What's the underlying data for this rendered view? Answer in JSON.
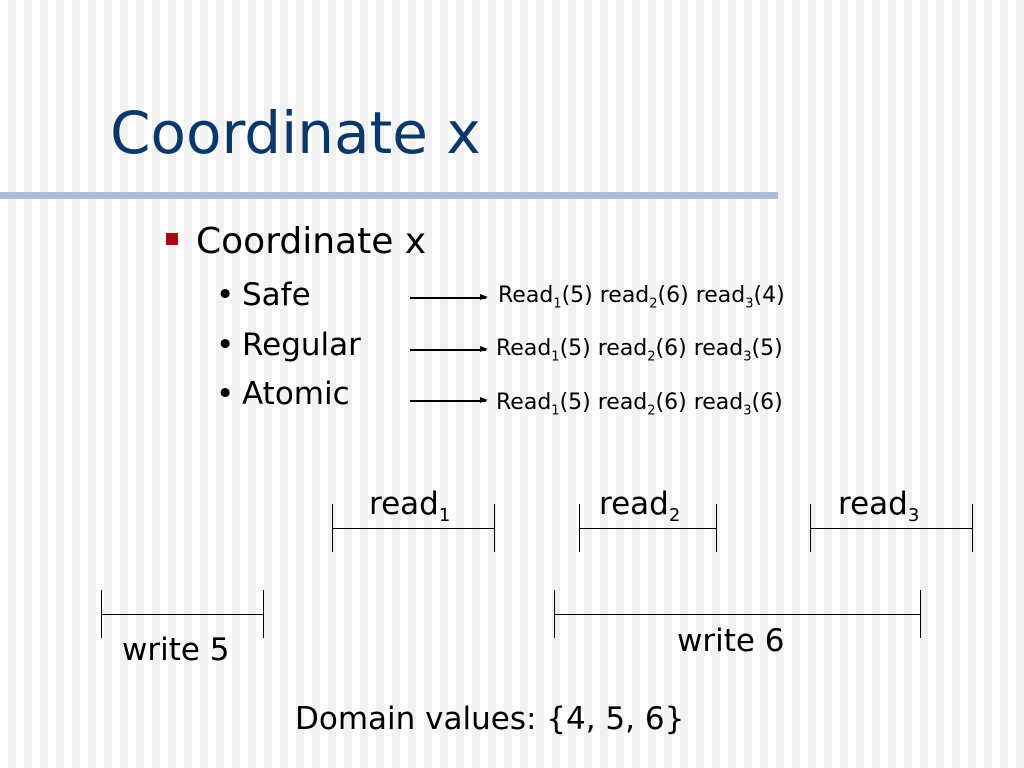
{
  "slide": {
    "title": "Coordinate x",
    "bullet": "Coordinate x",
    "items": [
      {
        "label": "Safe",
        "result": [
          {
            "t": "Read"
          },
          {
            "s": "1"
          },
          {
            "t": "(5) read"
          },
          {
            "s": "2"
          },
          {
            "t": "(6) read"
          },
          {
            "s": "3"
          },
          {
            "t": "(4)"
          }
        ]
      },
      {
        "label": "Regular",
        "result": [
          {
            "t": "Read"
          },
          {
            "s": "1"
          },
          {
            "t": "(5) read"
          },
          {
            "s": "2"
          },
          {
            "t": "(6) read"
          },
          {
            "s": "3"
          },
          {
            "t": "(5)"
          }
        ]
      },
      {
        "label": "Atomic",
        "result": [
          {
            "t": "Read"
          },
          {
            "s": "1"
          },
          {
            "t": "(5) read"
          },
          {
            "s": "2"
          },
          {
            "t": "(6) read"
          },
          {
            "s": "3"
          },
          {
            "t": "(6)"
          }
        ]
      }
    ],
    "reads": [
      {
        "name": "read",
        "sub": "1"
      },
      {
        "name": "read",
        "sub": "2"
      },
      {
        "name": "read",
        "sub": "3"
      }
    ],
    "writes": [
      "write 5",
      "write 6"
    ],
    "domain": "Domain values: {4, 5, 6}"
  }
}
